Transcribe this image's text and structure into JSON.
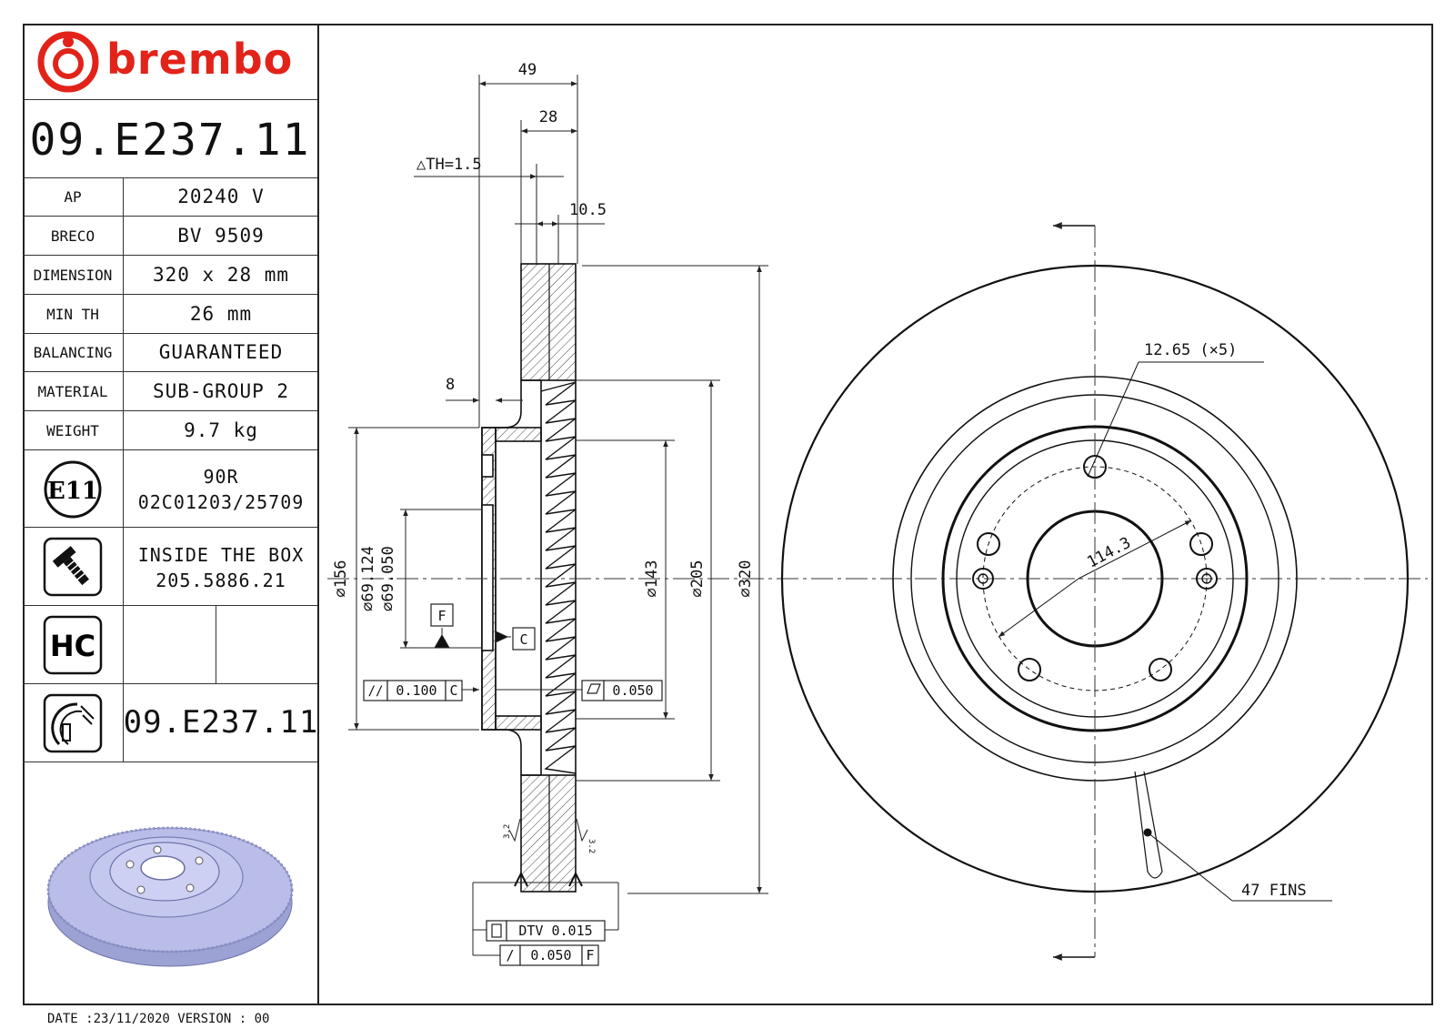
{
  "brand": {
    "name": "brembo",
    "color": "#e2231a"
  },
  "part_number": "09.E237.11",
  "specs": [
    {
      "label": "AP",
      "value": "20240 V"
    },
    {
      "label": "BRECO",
      "value": "BV 9509"
    },
    {
      "label": "DIMENSION",
      "value": "320 x 28 mm"
    },
    {
      "label": "MIN TH",
      "value": "26 mm"
    },
    {
      "label": "BALANCING",
      "value": "GUARANTEED"
    },
    {
      "label": "MATERIAL",
      "value": "SUB-GROUP 2"
    },
    {
      "label": "WEIGHT",
      "value": "9.7 kg"
    }
  ],
  "approval": {
    "icon": "e11-approval-icon",
    "mark": "E11",
    "line1": "90R",
    "line2": "02C01203/25709"
  },
  "box_contents": {
    "icon": "screw-icon",
    "line1": "INSIDE THE BOX",
    "line2": "205.5886.21"
  },
  "hc": {
    "icon": "hc-coating-icon",
    "mark": "HC"
  },
  "disc_ref": {
    "icon": "disc-profile-icon",
    "value": "09.E237.11"
  },
  "render_color": "#b9bde8",
  "drawing": {
    "dim_49": "49",
    "dim_28": "28",
    "dim_th": "△TH=1.5",
    "dim_10_5": "10.5",
    "dim_8": "8",
    "dia_156": "⌀156",
    "dia_69": "⌀69.124",
    "dia_69b": "⌀69.050",
    "datum_f": "F",
    "datum_c": "C",
    "tol_parallel_sym": "//",
    "tol_parallel_val": "0.100",
    "tol_parallel_ref": "C",
    "tol_flat_val": "0.050",
    "dia_143": "⌀143",
    "dia_205": "⌀205",
    "dia_320": "⌀320",
    "rough_left": "3.2",
    "rough_right": "3.2",
    "dtv_label": "DTV 0.015",
    "runout_sym": "/",
    "runout_val": "0.050",
    "runout_ref": "F",
    "holes_label": "12.65 (×5)",
    "pcd_label": "114.3",
    "fins_label": "47 FINS"
  },
  "footer": {
    "date_label": "DATE :23/11/2020 VERSION : 00"
  }
}
